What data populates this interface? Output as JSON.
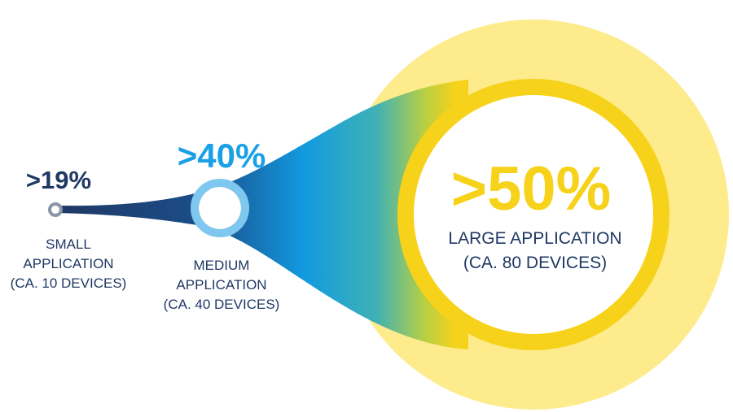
{
  "colors": {
    "small": "#1f3864",
    "small_ring": "#8a96a8",
    "medium": "#1aa0e6",
    "medium_ring": "#7ec8f0",
    "large": "#f7d21a",
    "large_outer": "#fdeb8c",
    "label_text": "#1f3864"
  },
  "tiers": [
    {
      "percent": ">19%",
      "label_lines": [
        "SMALL",
        "APPLICATION",
        "(CA. 10 DEVICES)"
      ]
    },
    {
      "percent": ">40%",
      "label_lines": [
        "MEDIUM",
        "APPLICATION",
        "(CA. 40 DEVICES)"
      ]
    },
    {
      "percent": ">50%",
      "label_lines": [
        "LARGE APPLICATION",
        "(CA. 80 DEVICES)"
      ]
    }
  ]
}
